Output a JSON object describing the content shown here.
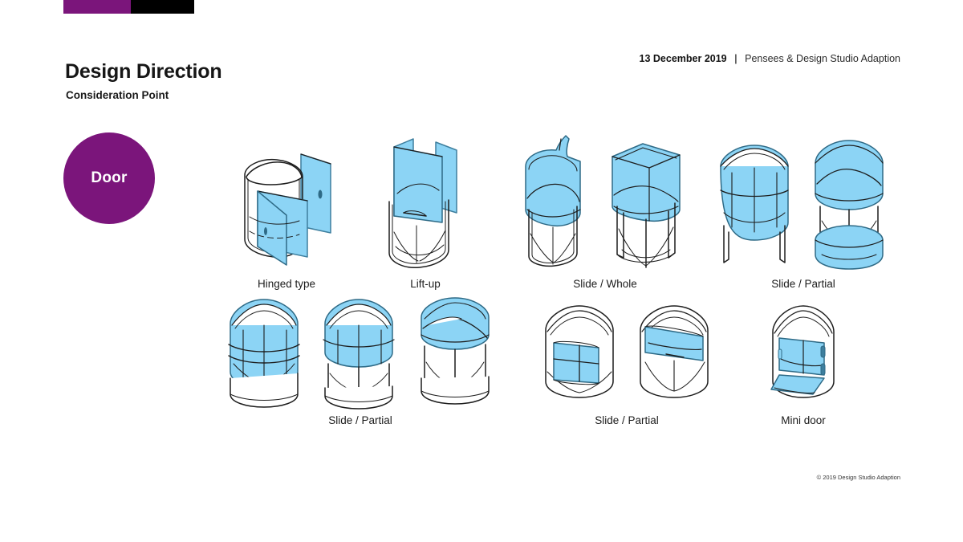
{
  "slide": {
    "title": "Design Direction",
    "subtitle": "Consideration Point",
    "date": "13 December 2019",
    "separator": "|",
    "org": "Pensees & Design Studio Adaption",
    "badge_label": "Door",
    "footer": "© 2019 Design Studio Adaption"
  },
  "colors": {
    "purple": "#7B157B",
    "black": "#000000",
    "sketch_blue": "#8CD4F5",
    "sketch_blue_dark": "#5BA9CC",
    "sketch_line": "#1d1d1d",
    "text": "#1b1b1b",
    "background": "#FFFFFF"
  },
  "groups": [
    {
      "caption": "Hinged type",
      "figure_count": 1,
      "figure_kind": "corner-cabinet-hinged-door"
    },
    {
      "caption": "Lift-up",
      "figure_count": 1,
      "figure_kind": "corner-cabinet-lift-up-door"
    },
    {
      "caption": "Slide / Whole",
      "figure_count": 2,
      "figure_kind": "corner-cabinet-slide-whole"
    },
    {
      "caption": "Slide / Partial",
      "figure_count": 2,
      "figure_kind": "corner-cabinet-slide-partial-top"
    },
    {
      "caption": "Slide / Partial",
      "figure_count": 3,
      "figure_kind": "corner-cabinet-slide-partial-band"
    },
    {
      "caption": "Slide / Partial",
      "figure_count": 2,
      "figure_kind": "corner-cabinet-slide-partial-front"
    },
    {
      "caption": "Mini door",
      "figure_count": 1,
      "figure_kind": "corner-cabinet-mini-door"
    }
  ]
}
